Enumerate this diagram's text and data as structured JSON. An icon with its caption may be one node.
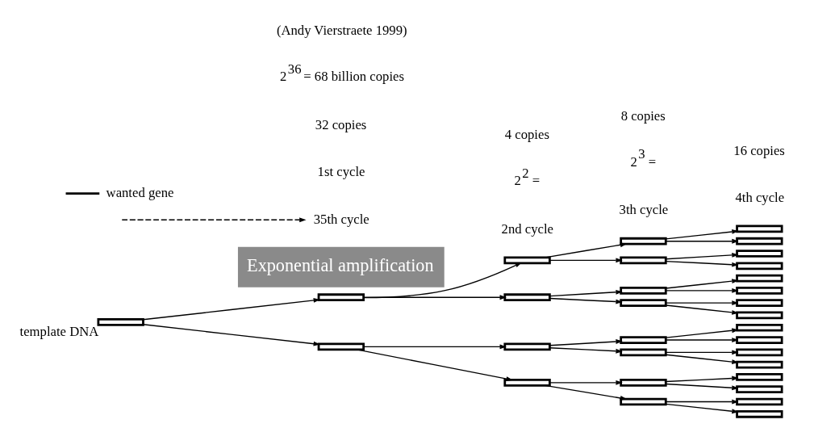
{
  "diagram": {
    "nodes": [
      {
        "text": [],
        "shape": "bar",
        "beside": [
          "template DNA"
        ]
      },
      {
        "text": [],
        "shape": "bar"
      },
      {
        "text": [],
        "shape": "bar"
      },
      {
        "text": [],
        "shape": "bar"
      },
      {
        "text": [],
        "shape": "bar"
      },
      {
        "text": [],
        "shape": "bar"
      },
      {
        "text": [],
        "shape": "bar"
      },
      {
        "text": [],
        "shape": "bar"
      },
      {
        "text": [],
        "shape": "bar"
      },
      {
        "text": [],
        "shape": "bar"
      },
      {
        "text": [],
        "shape": "bar"
      },
      {
        "text": [],
        "shape": "bar"
      },
      {
        "text": [],
        "shape": "bar"
      },
      {
        "text": [],
        "shape": "bar"
      },
      {
        "text": [],
        "shape": "bar"
      },
      {
        "text": [],
        "shape": "bar"
      },
      {
        "text": [],
        "shape": "bar"
      },
      {
        "text": [],
        "shape": "bar"
      },
      {
        "text": [],
        "shape": "bar"
      },
      {
        "text": [],
        "shape": "bar"
      },
      {
        "text": [],
        "shape": "bar"
      },
      {
        "text": [],
        "shape": "bar"
      },
      {
        "text": [],
        "shape": "bar"
      },
      {
        "text": [],
        "shape": "bar"
      },
      {
        "text": [],
        "shape": "bar"
      },
      {
        "text": [],
        "shape": "bar"
      },
      {
        "text": [],
        "shape": "bar"
      },
      {
        "text": [],
        "shape": "bar"
      },
      {
        "text": [],
        "shape": "bar"
      },
      {
        "text": [],
        "shape": "bar"
      },
      {
        "text": [],
        "shape": "bar"
      },
      {
        "text": [
          "Exponential amplification"
        ]
      },
      {
        "text": [
          "35th cycle"
        ]
      }
    ],
    "edges": [
      {
        "from": 0,
        "to": 1,
        "arrow": "to"
      },
      {
        "from": 0,
        "to": 2,
        "arrow": "to"
      },
      {
        "from": 1,
        "to": 3,
        "arrow": "to"
      },
      {
        "from": 1,
        "to": 4,
        "arrow": "to"
      },
      {
        "from": 2,
        "to": 5,
        "arrow": "to"
      },
      {
        "from": 2,
        "to": 6,
        "arrow": "to"
      },
      {
        "from": 3,
        "to": 7,
        "arrow": "to"
      },
      {
        "from": 3,
        "to": 8,
        "arrow": "to"
      },
      {
        "from": 4,
        "to": 9,
        "arrow": "to"
      },
      {
        "from": 4,
        "to": 10,
        "arrow": "to"
      },
      {
        "from": 5,
        "to": 11,
        "arrow": "to"
      },
      {
        "from": 5,
        "to": 12,
        "arrow": "to"
      },
      {
        "from": 6,
        "to": 13,
        "arrow": "to"
      },
      {
        "from": 6,
        "to": 14,
        "arrow": "to"
      },
      {
        "from": 7,
        "to": 15,
        "arrow": "to"
      },
      {
        "from": 7,
        "to": 16,
        "arrow": "to"
      },
      {
        "from": 8,
        "to": 17,
        "arrow": "to"
      },
      {
        "from": 8,
        "to": 18,
        "arrow": "to"
      },
      {
        "from": 9,
        "to": 19,
        "arrow": "to"
      },
      {
        "from": 9,
        "to": 20,
        "arrow": "to"
      },
      {
        "from": 10,
        "to": 21,
        "arrow": "to"
      },
      {
        "from": 10,
        "to": 22,
        "arrow": "to"
      },
      {
        "from": 11,
        "to": 23,
        "arrow": "to"
      },
      {
        "from": 11,
        "to": 24,
        "arrow": "to"
      },
      {
        "from": 12,
        "to": 25,
        "arrow": "to"
      },
      {
        "from": 12,
        "to": 26,
        "arrow": "to"
      },
      {
        "from": 13,
        "to": 27,
        "arrow": "to"
      },
      {
        "from": 13,
        "to": 28,
        "arrow": "to"
      },
      {
        "from": 14,
        "to": 29,
        "arrow": "to"
      },
      {
        "from": 14,
        "to": 30,
        "arrow": "to"
      },
      {
        "from": null,
        "to": 32,
        "arrow": "to",
        "style": "dashed"
      }
    ],
    "labels": [
      "4th cycle",
      "3th cycle",
      "2nd cycle",
      "1st cycle",
      "2$^{2}$ =",
      "4 copies",
      "2$^{3}$ =",
      "8 copies",
      "16 copies",
      "32 copies",
      "2$^{36}$ = 68 billion copies",
      "(Andy Vierstraete 1999)"
    ],
    "legend": [
      {
        "text": "wanted gene"
      }
    ]
  }
}
